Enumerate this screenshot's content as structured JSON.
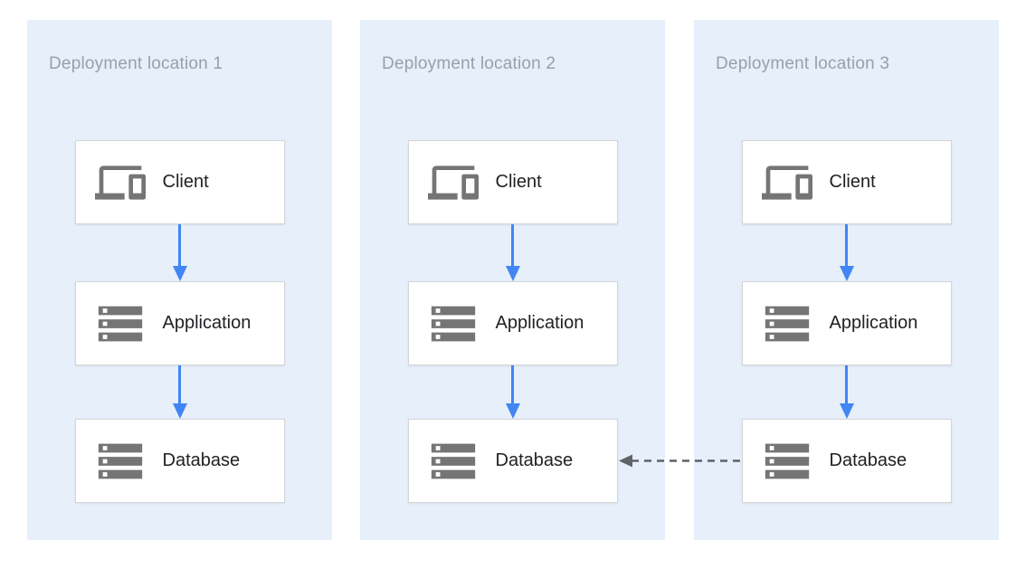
{
  "diagram": {
    "panels": [
      {
        "title": "Deployment location 1",
        "nodes": [
          {
            "label": "Client",
            "icon": "devices-icon"
          },
          {
            "label": "Application",
            "icon": "storage-icon"
          },
          {
            "label": "Database",
            "icon": "storage-icon"
          }
        ]
      },
      {
        "title": "Deployment location 2",
        "nodes": [
          {
            "label": "Client",
            "icon": "devices-icon"
          },
          {
            "label": "Application",
            "icon": "storage-icon"
          },
          {
            "label": "Database",
            "icon": "storage-icon"
          }
        ]
      },
      {
        "title": "Deployment location 3",
        "nodes": [
          {
            "label": "Client",
            "icon": "devices-icon"
          },
          {
            "label": "Application",
            "icon": "storage-icon"
          },
          {
            "label": "Database",
            "icon": "storage-icon"
          }
        ]
      }
    ],
    "connections": {
      "within_panels": "Client to Application to Database (solid blue arrows, downward)",
      "cross_link": {
        "from": "Database in Deployment location 3",
        "to": "Database in Deployment location 2",
        "style": "dashed gray arrow pointing left"
      }
    },
    "colors": {
      "panel_bg": "#E6EFFA",
      "node_bg": "#FFFFFF",
      "node_border": "#D5D5D5",
      "flow_arrow_blue": "#4285F4",
      "cross_arrow_gray": "#5F6368",
      "icon_gray": "#757575",
      "title_text": "#9AA0A6",
      "label_text": "#202124"
    }
  }
}
